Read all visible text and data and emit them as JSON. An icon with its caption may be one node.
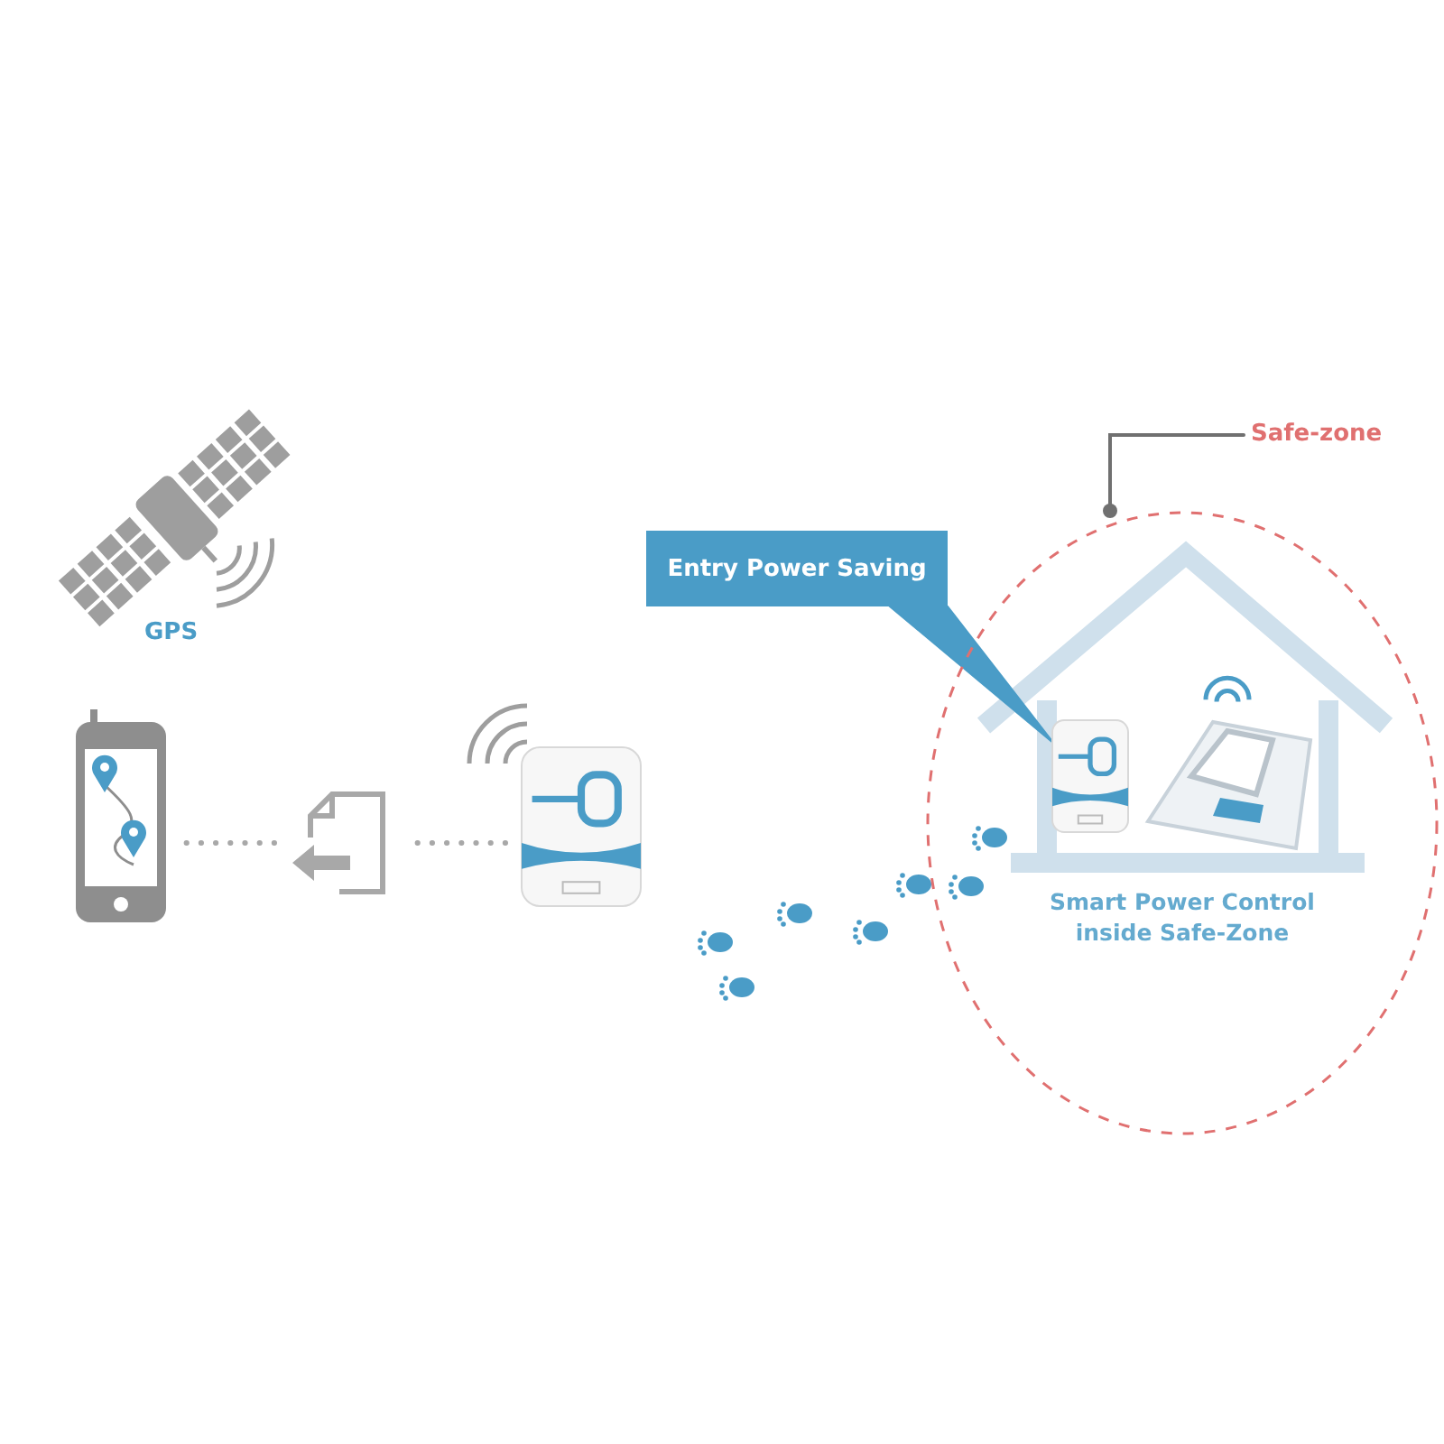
{
  "diagram": {
    "nodes": [
      {
        "text": [],
        "shape": "picture"
      },
      {
        "text": [],
        "shape": "picture"
      },
      {
        "text": [],
        "shape": "picture"
      },
      {
        "text": [
          "Entry Power Saving"
        ]
      },
      {
        "text": [],
        "shape": "picture",
        "in": 6
      },
      {
        "text": [
          "Safe-zone"
        ]
      },
      {
        "text": [
          "Smart Power Control inside Safe-Zone"
        ]
      }
    ],
    "edges": [
      {
        "from": 2,
        "to": 1,
        "arrow": "none",
        "style": "dashed"
      },
      {
        "from": 1,
        "to": 0,
        "arrow": "none",
        "style": "dashed"
      },
      {
        "from": 3,
        "to": 4,
        "arrow": "none",
        "color": "#4a9cc7"
      },
      {
        "from": 5,
        "to": 6,
        "arrow": "other",
        "color": "#707070"
      }
    ],
    "labels": [
      "GPS"
    ]
  }
}
